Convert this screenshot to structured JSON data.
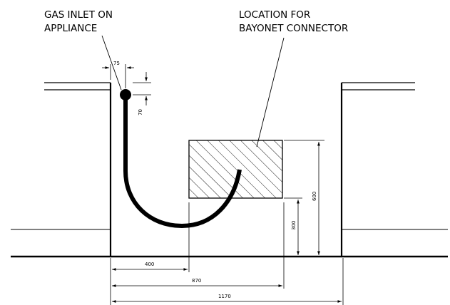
{
  "labels": {
    "gas_inlet_line1": "GAS INLET ON",
    "gas_inlet_line2": "APPLIANCE",
    "bayonet_line1": "LOCATION FOR",
    "bayonet_line2": "BAYONET CONNECTOR"
  },
  "dimensions": {
    "inlet_offset_horizontal": "75",
    "inlet_offset_vertical": "70",
    "connector_height_from_floor": "300",
    "connector_top_from_floor": "600",
    "connector_left_from_wall": "400",
    "connector_right_from_wall": "870",
    "total_width": "1170"
  }
}
